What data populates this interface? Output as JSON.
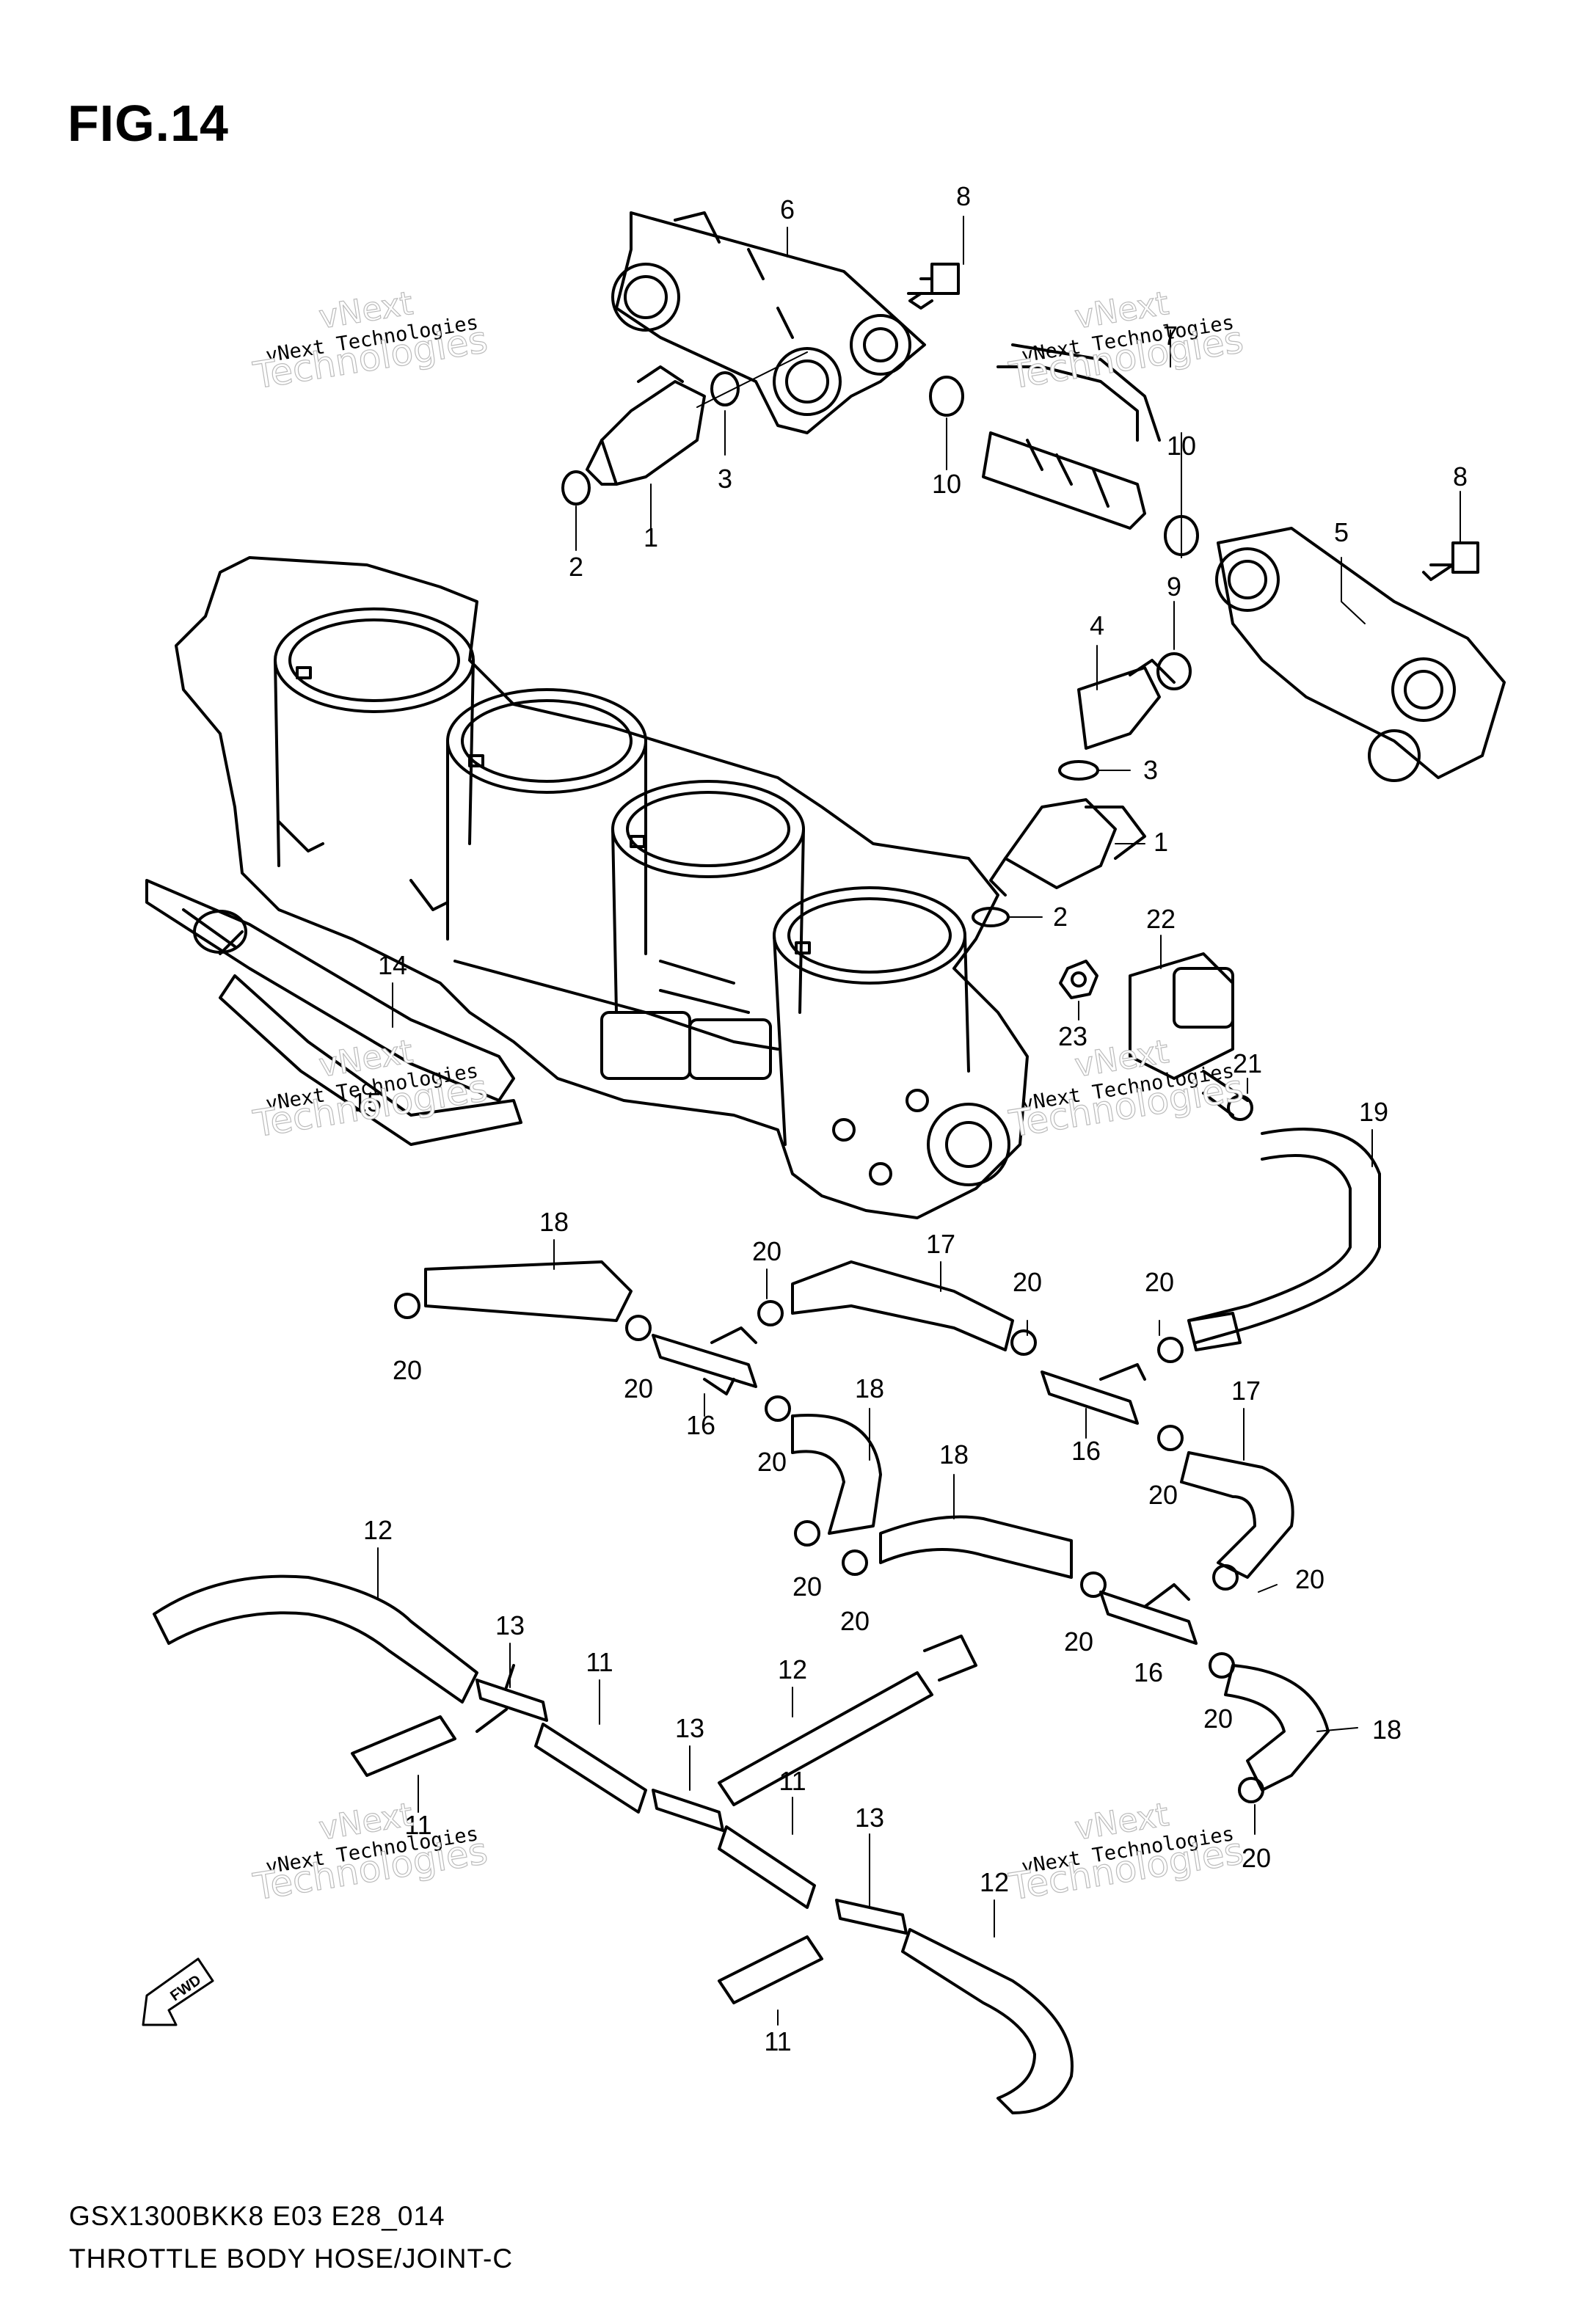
{
  "figure": {
    "title": "FIG.14"
  },
  "caption": {
    "line1": "GSX1300BKK8 E03 E28_014",
    "line2": "THROTTLE BODY HOSE/JOINT-C"
  },
  "watermark": {
    "line": "vNext Technologies",
    "word1": "vNext",
    "word2": "Technologies"
  },
  "direction_marker": {
    "text": "FWD"
  },
  "part_numbers": {
    "fuel_injector": "1",
    "o_ring_lower": "2",
    "o_ring_upper": "3",
    "connector_4": "4",
    "delivery_pipe_right": "5",
    "delivery_pipe_left": "6",
    "fuel_joint": "7",
    "bolt": "8",
    "o_ring_9": "9",
    "o_ring_10": "10",
    "hose_11": "11",
    "hose_12": "12",
    "joint_13": "13",
    "hose_14": "14",
    "hose_15": "15",
    "joint_16": "16",
    "hose_17": "17",
    "hose_18": "18",
    "hose_19": "19",
    "clamp_20": "20",
    "clamp_21": "21",
    "valve_22": "22",
    "nut_23": "23"
  }
}
